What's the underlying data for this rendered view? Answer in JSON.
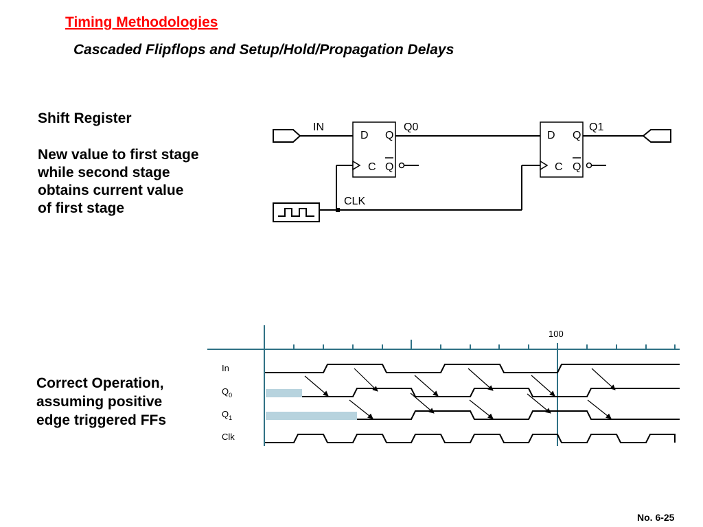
{
  "title": "Timing Methodologies",
  "subtitle": "Cascaded Flipflops and Setup/Hold/Propagation Delays",
  "heading": "Shift Register",
  "description": [
    "New value to first stage",
    "while second stage",
    "obtains current value",
    "of first stage"
  ],
  "circuit": {
    "input_label": "IN",
    "q0_label": "Q0",
    "q1_label": "Q1",
    "clk_label": "CLK",
    "ff1": {
      "d": "D",
      "q": "Q",
      "c": "C",
      "qbar": "Q"
    },
    "ff2": {
      "d": "D",
      "q": "Q",
      "c": "C",
      "qbar": "Q"
    }
  },
  "timing": {
    "marker_label": "100",
    "signals": [
      {
        "name": "In",
        "sub": ""
      },
      {
        "name": "Q",
        "sub": "0"
      },
      {
        "name": "Q",
        "sub": "1"
      },
      {
        "name": "Clk",
        "sub": ""
      }
    ],
    "highlight_color": "#b7d3de",
    "axis_color": "#2f7185"
  },
  "note": [
    "Correct Operation,",
    "assuming positive",
    "edge triggered FFs"
  ],
  "page_number": "No. 6-25"
}
